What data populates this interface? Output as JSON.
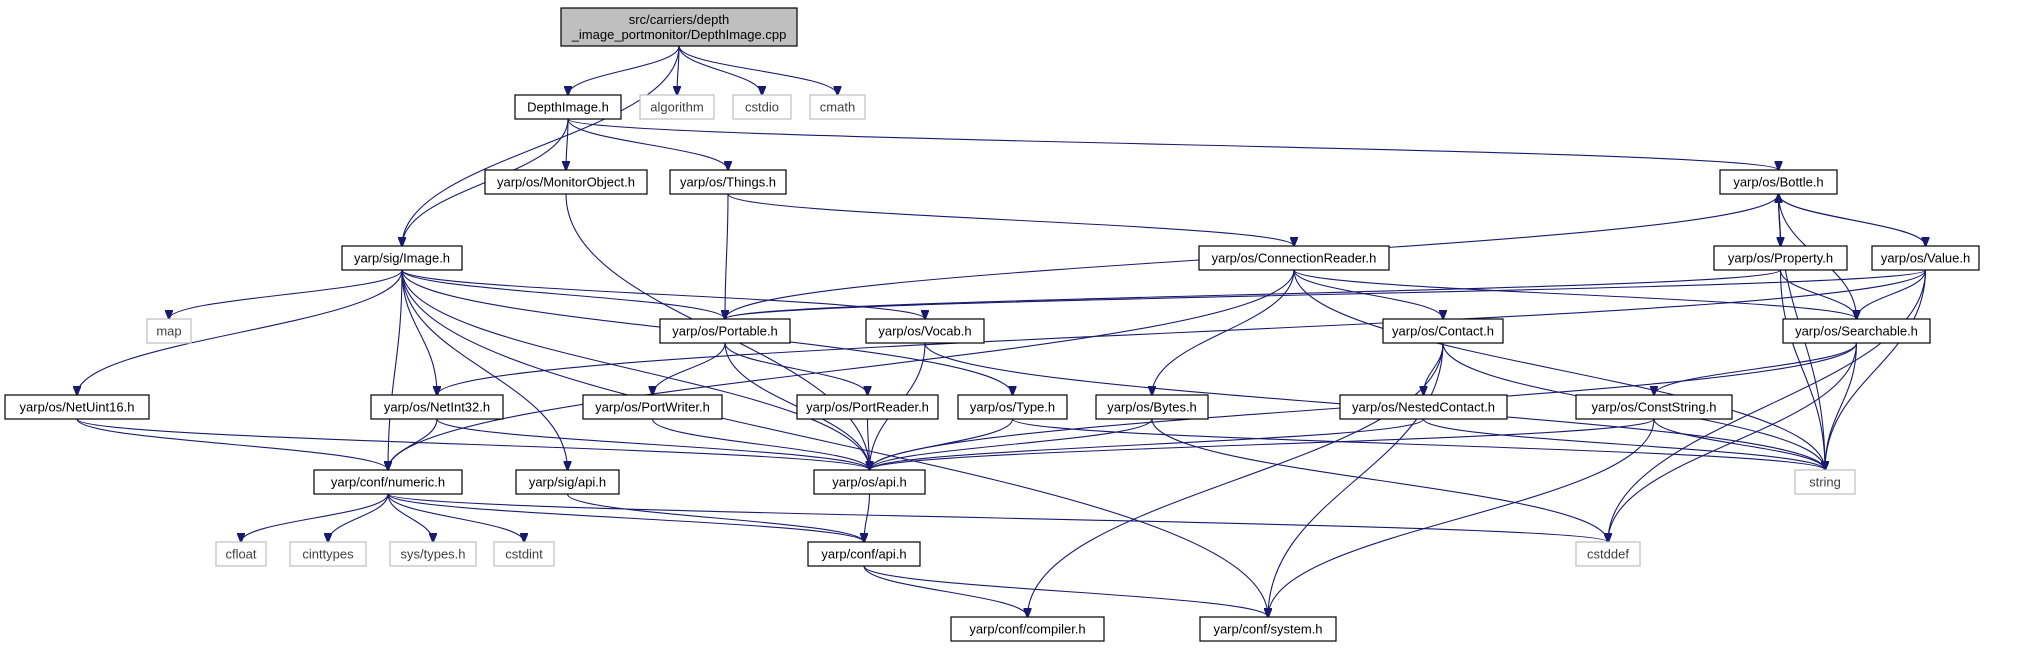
{
  "nodes": {
    "root": {
      "lines": [
        "src/carriers/depth",
        "_image_portmonitor/DepthImage.cpp"
      ],
      "kind": "root"
    },
    "depthimage": {
      "lines": [
        "DepthImage.h"
      ],
      "kind": "proj"
    },
    "algorithm": {
      "lines": [
        "algorithm"
      ],
      "kind": "sys"
    },
    "cstdio": {
      "lines": [
        "cstdio"
      ],
      "kind": "sys"
    },
    "cmath": {
      "lines": [
        "cmath"
      ],
      "kind": "sys"
    },
    "monitor": {
      "lines": [
        "yarp/os/MonitorObject.h"
      ],
      "kind": "proj"
    },
    "things": {
      "lines": [
        "yarp/os/Things.h"
      ],
      "kind": "proj"
    },
    "bottle": {
      "lines": [
        "yarp/os/Bottle.h"
      ],
      "kind": "proj"
    },
    "image": {
      "lines": [
        "yarp/sig/Image.h"
      ],
      "kind": "proj"
    },
    "connreader": {
      "lines": [
        "yarp/os/ConnectionReader.h"
      ],
      "kind": "proj"
    },
    "property": {
      "lines": [
        "yarp/os/Property.h"
      ],
      "kind": "proj"
    },
    "value": {
      "lines": [
        "yarp/os/Value.h"
      ],
      "kind": "proj"
    },
    "map": {
      "lines": [
        "map"
      ],
      "kind": "sys"
    },
    "portable": {
      "lines": [
        "yarp/os/Portable.h"
      ],
      "kind": "proj"
    },
    "vocab": {
      "lines": [
        "yarp/os/Vocab.h"
      ],
      "kind": "proj"
    },
    "contact": {
      "lines": [
        "yarp/os/Contact.h"
      ],
      "kind": "proj"
    },
    "searchable": {
      "lines": [
        "yarp/os/Searchable.h"
      ],
      "kind": "proj"
    },
    "netuint16": {
      "lines": [
        "yarp/os/NetUint16.h"
      ],
      "kind": "proj"
    },
    "netint32": {
      "lines": [
        "yarp/os/NetInt32.h"
      ],
      "kind": "proj"
    },
    "portwriter": {
      "lines": [
        "yarp/os/PortWriter.h"
      ],
      "kind": "proj"
    },
    "portreader": {
      "lines": [
        "yarp/os/PortReader.h"
      ],
      "kind": "proj"
    },
    "type": {
      "lines": [
        "yarp/os/Type.h"
      ],
      "kind": "proj"
    },
    "bytes": {
      "lines": [
        "yarp/os/Bytes.h"
      ],
      "kind": "proj"
    },
    "nested": {
      "lines": [
        "yarp/os/NestedContact.h"
      ],
      "kind": "proj"
    },
    "conststring": {
      "lines": [
        "yarp/os/ConstString.h"
      ],
      "kind": "proj"
    },
    "numeric": {
      "lines": [
        "yarp/conf/numeric.h"
      ],
      "kind": "proj"
    },
    "sigapi": {
      "lines": [
        "yarp/sig/api.h"
      ],
      "kind": "proj"
    },
    "osapi": {
      "lines": [
        "yarp/os/api.h"
      ],
      "kind": "proj"
    },
    "string": {
      "lines": [
        "string"
      ],
      "kind": "sys"
    },
    "cfloat": {
      "lines": [
        "cfloat"
      ],
      "kind": "sys"
    },
    "cinttypes": {
      "lines": [
        "cinttypes"
      ],
      "kind": "sys"
    },
    "systypes": {
      "lines": [
        "sys/types.h"
      ],
      "kind": "sys"
    },
    "cstdint": {
      "lines": [
        "cstdint"
      ],
      "kind": "sys"
    },
    "confapi": {
      "lines": [
        "yarp/conf/api.h"
      ],
      "kind": "proj"
    },
    "cstddef": {
      "lines": [
        "cstddef"
      ],
      "kind": "sys"
    },
    "compiler": {
      "lines": [
        "yarp/conf/compiler.h"
      ],
      "kind": "proj"
    },
    "system": {
      "lines": [
        "yarp/conf/system.h"
      ],
      "kind": "proj"
    }
  },
  "edges": [
    [
      "root",
      "depthimage"
    ],
    [
      "root",
      "algorithm"
    ],
    [
      "root",
      "cstdio"
    ],
    [
      "root",
      "cmath"
    ],
    [
      "root",
      "image"
    ],
    [
      "depthimage",
      "monitor"
    ],
    [
      "depthimage",
      "things"
    ],
    [
      "depthimage",
      "bottle"
    ],
    [
      "depthimage",
      "image"
    ],
    [
      "monitor",
      "osapi"
    ],
    [
      "things",
      "portable"
    ],
    [
      "things",
      "connreader"
    ],
    [
      "bottle",
      "portable"
    ],
    [
      "bottle",
      "property"
    ],
    [
      "bottle",
      "value"
    ],
    [
      "bottle",
      "searchable"
    ],
    [
      "bottle",
      "string"
    ],
    [
      "image",
      "map"
    ],
    [
      "image",
      "portable"
    ],
    [
      "image",
      "vocab"
    ],
    [
      "image",
      "type"
    ],
    [
      "image",
      "netuint16"
    ],
    [
      "image",
      "netint32"
    ],
    [
      "image",
      "numeric"
    ],
    [
      "image",
      "sigapi"
    ],
    [
      "image",
      "osapi"
    ],
    [
      "image",
      "system"
    ],
    [
      "connreader",
      "contact"
    ],
    [
      "connreader",
      "bytes"
    ],
    [
      "connreader",
      "searchable"
    ],
    [
      "connreader",
      "numeric"
    ],
    [
      "connreader",
      "string"
    ],
    [
      "property",
      "bottle"
    ],
    [
      "property",
      "searchable"
    ],
    [
      "property",
      "portable"
    ],
    [
      "property",
      "string"
    ],
    [
      "value",
      "bottle"
    ],
    [
      "value",
      "searchable"
    ],
    [
      "value",
      "portable"
    ],
    [
      "value",
      "string"
    ],
    [
      "value",
      "cstddef"
    ],
    [
      "value",
      "netint32"
    ],
    [
      "portable",
      "portwriter"
    ],
    [
      "portable",
      "portreader"
    ],
    [
      "portable",
      "osapi"
    ],
    [
      "vocab",
      "string"
    ],
    [
      "vocab",
      "osapi"
    ],
    [
      "contact",
      "nested"
    ],
    [
      "contact",
      "string"
    ],
    [
      "contact",
      "compiler"
    ],
    [
      "contact",
      "system"
    ],
    [
      "searchable",
      "conststring"
    ],
    [
      "searchable",
      "osapi"
    ],
    [
      "searchable",
      "string"
    ],
    [
      "searchable",
      "cstddef"
    ],
    [
      "netuint16",
      "numeric"
    ],
    [
      "netuint16",
      "osapi"
    ],
    [
      "netint32",
      "numeric"
    ],
    [
      "netint32",
      "osapi"
    ],
    [
      "portwriter",
      "osapi"
    ],
    [
      "portreader",
      "osapi"
    ],
    [
      "type",
      "osapi"
    ],
    [
      "type",
      "string"
    ],
    [
      "bytes",
      "osapi"
    ],
    [
      "bytes",
      "cstddef"
    ],
    [
      "nested",
      "osapi"
    ],
    [
      "nested",
      "string"
    ],
    [
      "conststring",
      "osapi"
    ],
    [
      "conststring",
      "string"
    ],
    [
      "conststring",
      "system"
    ],
    [
      "numeric",
      "cfloat"
    ],
    [
      "numeric",
      "cinttypes"
    ],
    [
      "numeric",
      "systypes"
    ],
    [
      "numeric",
      "cstdint"
    ],
    [
      "numeric",
      "confapi"
    ],
    [
      "numeric",
      "cstddef"
    ],
    [
      "sigapi",
      "confapi"
    ],
    [
      "osapi",
      "confapi"
    ],
    [
      "confapi",
      "compiler"
    ],
    [
      "confapi",
      "system"
    ]
  ]
}
